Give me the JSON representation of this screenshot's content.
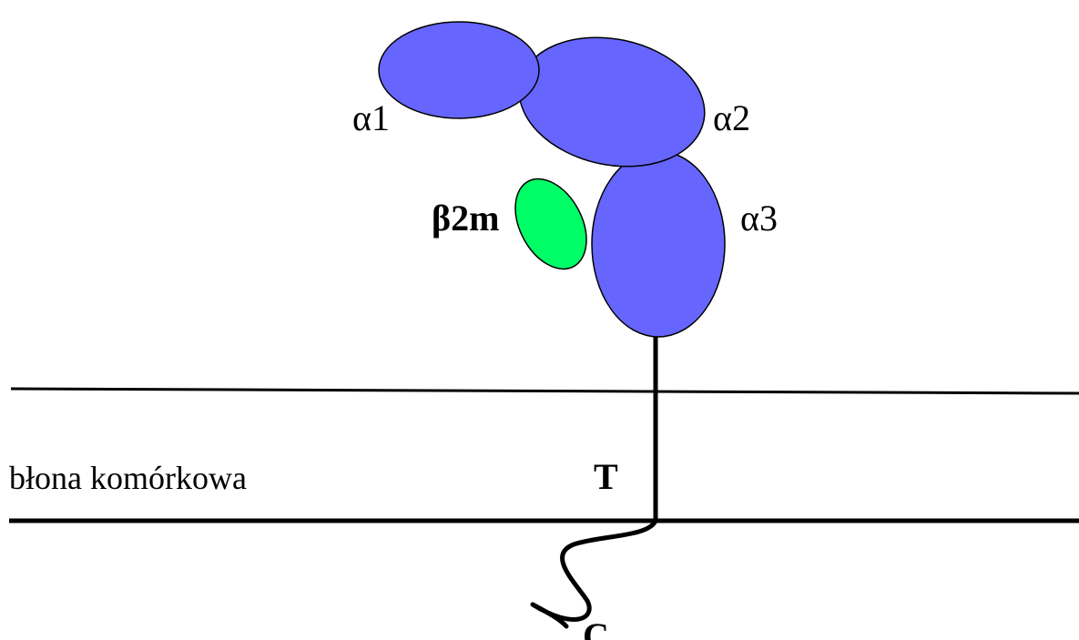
{
  "labels": {
    "alpha1": "α1",
    "alpha2": "α2",
    "alpha3": "α3",
    "beta2m": "β2m",
    "transmembrane": "T",
    "c_terminus": "C",
    "membrane": "błona komórkowa"
  },
  "colors": {
    "alpha_domain": "#6666ff",
    "beta2m_domain": "#00ff66",
    "outline": "#000000",
    "background": "#ffffff"
  }
}
